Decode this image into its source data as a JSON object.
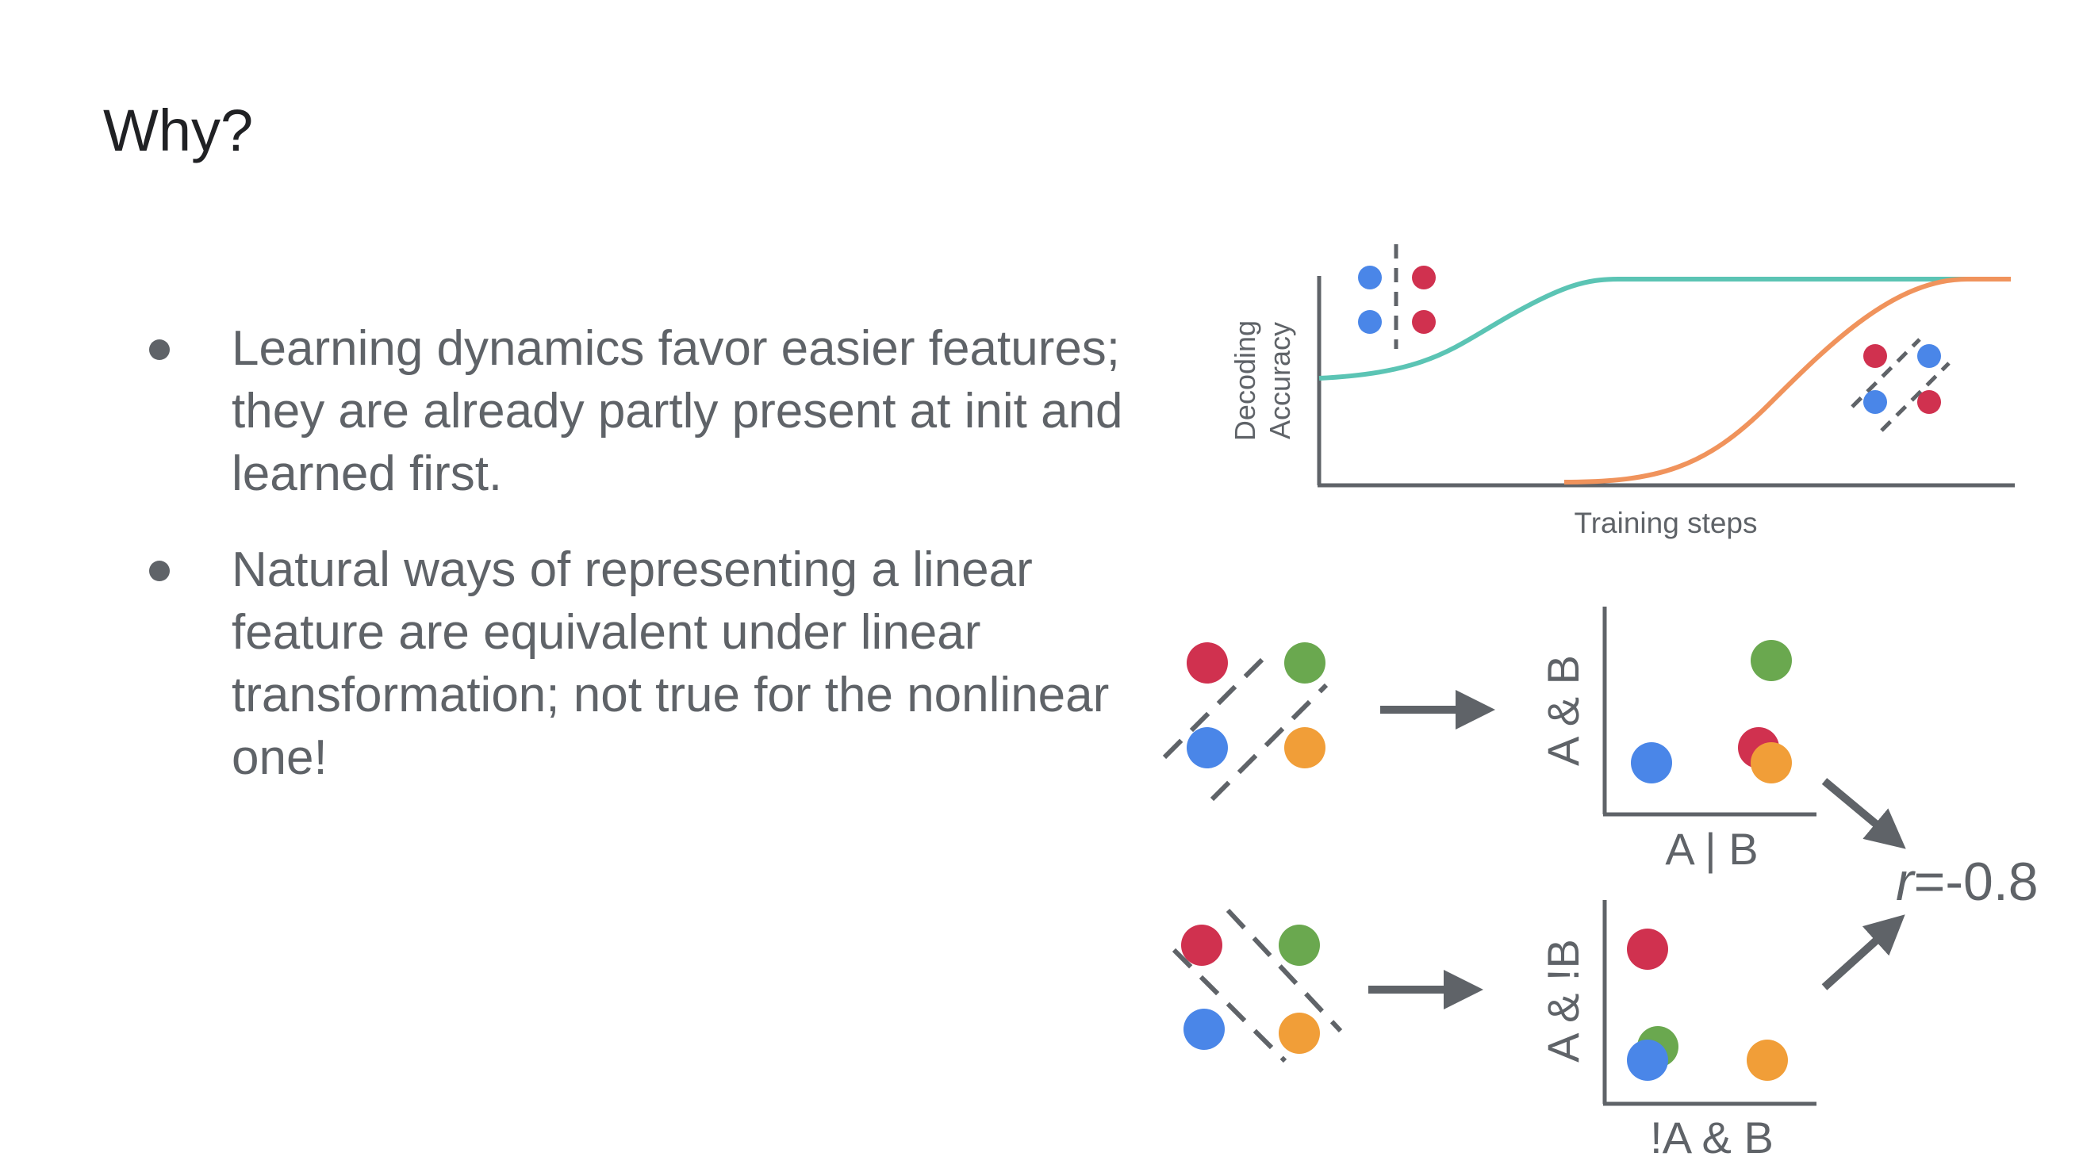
{
  "slide": {
    "title": "Why?",
    "bullets": [
      "Learning dynamics favor easier features; they are already partly present at init and learned first.",
      "Natural ways of representing a linear feature are equivalent under linear transformation; not true for the nonlinear one!"
    ]
  },
  "top_chart": {
    "ylabel_line1": "Decoding",
    "ylabel_line2": "Accuracy",
    "xlabel": "Training steps",
    "curve_colors": {
      "easy": "#5bc4b4",
      "hard": "#f0935c"
    }
  },
  "bottom_diagram": {
    "plot1": {
      "ylabel": "A & B",
      "xlabel": "A | B"
    },
    "plot2": {
      "ylabel": "A & !B",
      "xlabel": "!A & B"
    },
    "result_var": "r",
    "result_value": "=-0.8"
  },
  "colors": {
    "red": "#d0314f",
    "green": "#6aa84f",
    "blue": "#4a86e8",
    "orange": "#f19e38",
    "gray": "#5f6368"
  },
  "icons": [
    "bullet-dot-icon",
    "right-arrow-icon",
    "diagonal-arrow-icon"
  ]
}
